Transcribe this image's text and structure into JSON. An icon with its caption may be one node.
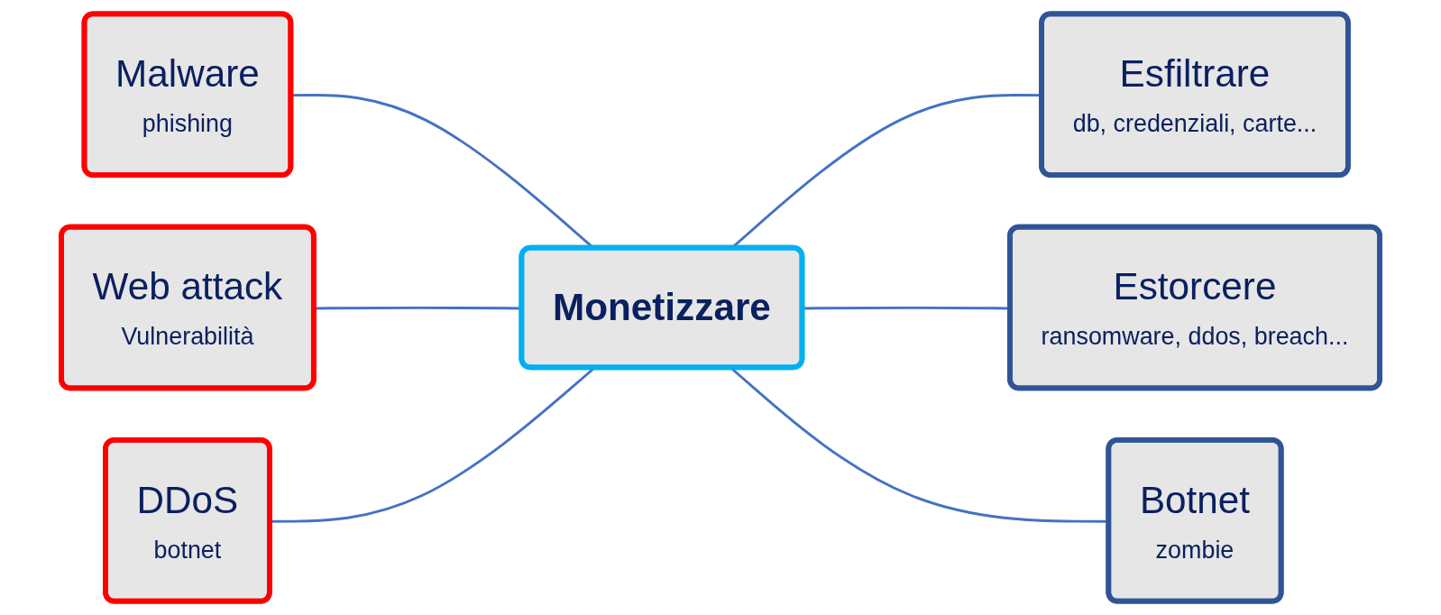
{
  "diagram": {
    "nodes": [
      {
        "text": [
          "Malware",
          "phishing"
        ]
      },
      {
        "text": [
          "Web attack",
          "Vulnerabilità"
        ]
      },
      {
        "text": [
          "DDoS",
          "botnet"
        ]
      },
      {
        "text": [
          "Monetizzare"
        ]
      },
      {
        "text": [
          "Esfiltrare",
          "db, credenziali, carte..."
        ]
      },
      {
        "text": [
          "Estorcere",
          "ransomware, ddos, breach..."
        ]
      },
      {
        "text": [
          "Botnet",
          "zombie"
        ]
      }
    ],
    "edges": [
      {
        "from": 0,
        "to": 3,
        "arrow": "none"
      },
      {
        "from": 1,
        "to": 3,
        "arrow": "none"
      },
      {
        "from": 2,
        "to": 3,
        "arrow": "none"
      },
      {
        "from": 3,
        "to": 4,
        "arrow": "none"
      },
      {
        "from": 3,
        "to": 5,
        "arrow": "none"
      },
      {
        "from": 3,
        "to": 6,
        "arrow": "none"
      }
    ]
  }
}
